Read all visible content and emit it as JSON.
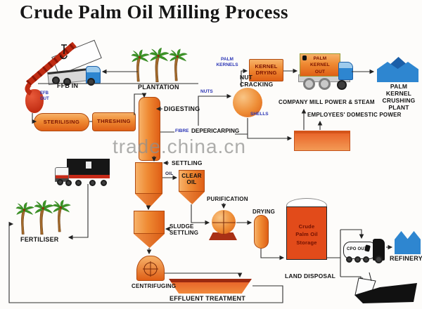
{
  "title": "Crude Palm Oil Milling Process",
  "watermark": "trade.china.cn",
  "colors": {
    "equipment_orange": "#ef8a33",
    "equipment_text": "#7a1200",
    "stream_blue": "#2b35b5",
    "factory_blue": "#2e86d0",
    "factory_blue_dark": "#1b5fa8",
    "crane_red": "#c22d12",
    "storage_red": "#e24b1a"
  },
  "labels": {
    "ffb_in": "FFB IN",
    "efb_out": "EFB OUT",
    "plantation": "PLANTATION",
    "sterilising": "STERILISING",
    "threshing": "THRESHING",
    "digesting": "DIGESTING",
    "fibre": "FIBRE",
    "depericarping": "DEPERICARPING",
    "nuts": "NUTS",
    "nut_cracking": "NUT CRACKING",
    "palm_kernels": "PALM KERNELS",
    "shells": "SHELLS",
    "kernel_drying": "KERNEL DRYING",
    "palm_kernel_out": "PALM KERNEL OUT",
    "crushing_plant": "PALM KERNEL CRUSHING PLANT",
    "company_power": "COMPANY MILL POWER & STEAM",
    "domestic_power": "EMPLOYEES' DOMESTIC POWER",
    "settling": "SETTLING",
    "oil": "OIL",
    "clear_oil": "CLEAR OIL",
    "purification": "PURIFICATION",
    "drying": "DRYING",
    "cpo_storage": "Crude Palm Oil Storage",
    "cpo_out": "CPO OUT",
    "refinery": "REFINERY",
    "sludge_settling": "SLUDGE SETTLING",
    "centrifuging": "CENTRIFUGING",
    "effluent_treatment": "EFFLUENT TREATMENT",
    "land_disposal": "LAND DISPOSAL",
    "fertiliser": "FERTILISER"
  }
}
